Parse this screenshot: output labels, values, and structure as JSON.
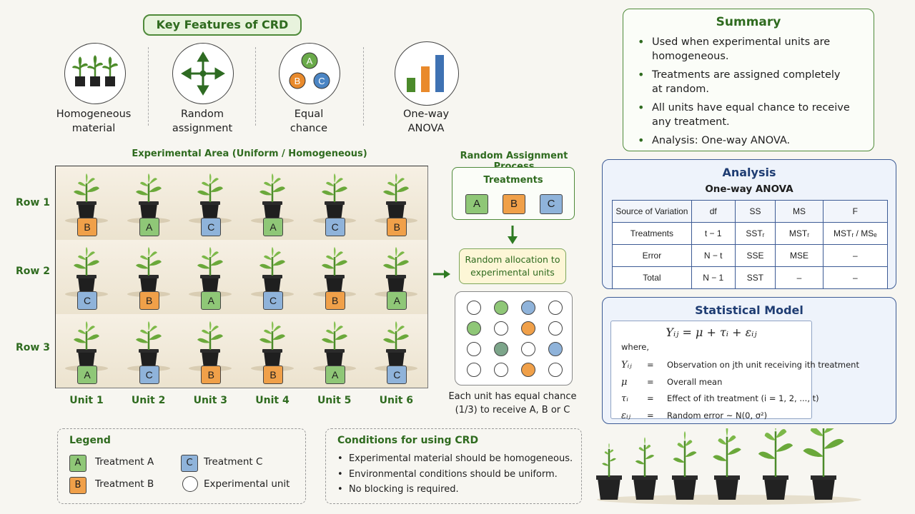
{
  "features": {
    "title": "Key Features of CRD",
    "items": [
      {
        "label_line1": "Homogeneous",
        "label_line2": "material",
        "icon": "plants-icon"
      },
      {
        "label_line1": "Random",
        "label_line2": "assignment",
        "icon": "arrows-icon"
      },
      {
        "label_line1": "Equal",
        "label_line2": "chance",
        "icon": "abc-circles-icon"
      },
      {
        "label_line1": "One-way",
        "label_line2": "ANOVA",
        "icon": "bar-chart-icon"
      }
    ],
    "abc": [
      "A",
      "B",
      "C"
    ]
  },
  "experiment": {
    "title": "Experimental Area (Uniform / Homogeneous)",
    "rows": [
      "Row 1",
      "Row 2",
      "Row 3"
    ],
    "units": [
      "Unit 1",
      "Unit 2",
      "Unit 3",
      "Unit 4",
      "Unit 5",
      "Unit 6"
    ],
    "assignments": [
      [
        "B",
        "A",
        "C",
        "A",
        "C",
        "B"
      ],
      [
        "C",
        "B",
        "A",
        "C",
        "B",
        "A"
      ],
      [
        "A",
        "C",
        "B",
        "B",
        "A",
        "C"
      ]
    ]
  },
  "process": {
    "title": "Random Assignment Process",
    "treatments_label": "Treatments",
    "treatments": [
      "A",
      "B",
      "C"
    ],
    "allocation_line1": "Random allocation to",
    "allocation_line2": "experimental units",
    "dots": [
      [
        "empty",
        "A",
        "C",
        "empty"
      ],
      [
        "A",
        "empty",
        "B",
        "empty"
      ],
      [
        "empty",
        "mixed",
        "empty",
        "C"
      ],
      [
        "empty",
        "empty",
        "B",
        "empty"
      ]
    ],
    "note_line1": "Each unit has equal chance",
    "note_line2": "(1/3) to receive A, B or C"
  },
  "summary": {
    "title": "Summary",
    "bullets": [
      {
        "l1": "Used when experimental units are",
        "l2": "homogeneous."
      },
      {
        "l1": "Treatments are assigned completely",
        "l2": "at random."
      },
      {
        "l1": "All units have equal chance to receive",
        "l2": "any treatment."
      },
      {
        "l1": "Analysis: One-way ANOVA.",
        "l2": ""
      }
    ]
  },
  "analysis": {
    "title": "Analysis",
    "subtitle": "One-way ANOVA",
    "headers": [
      "Source of Variation",
      "df",
      "SS",
      "MS",
      "F"
    ],
    "rows": [
      [
        "Treatments",
        "t − 1",
        "SSTᵣ",
        "MSTᵣ",
        "MSTᵣ / MSₑ"
      ],
      [
        "Error",
        "N − t",
        "SSE",
        "MSE",
        "–"
      ],
      [
        "Total",
        "N − 1",
        "SST",
        "–",
        "–"
      ]
    ]
  },
  "model": {
    "title": "Statistical Model",
    "equation": "Yᵢⱼ = μ + τᵢ + εᵢⱼ",
    "where": "where,",
    "terms": [
      {
        "sym": "Yᵢⱼ",
        "eq": "=",
        "desc": "Observation on jth unit receiving ith treatment"
      },
      {
        "sym": "μ",
        "eq": "=",
        "desc": "Overall mean"
      },
      {
        "sym": "τᵢ",
        "eq": "=",
        "desc": "Effect of ith treatment  (i = 1, 2, ..., t)"
      },
      {
        "sym": "εᵢⱼ",
        "eq": "=",
        "desc": "Random error ~ N(0, σ²)"
      }
    ]
  },
  "legend": {
    "title": "Legend",
    "items": [
      {
        "key": "A",
        "label": "Treatment A"
      },
      {
        "key": "C",
        "label": "Treatment C"
      },
      {
        "key": "B",
        "label": "Treatment B"
      },
      {
        "key": "",
        "label": "Experimental unit"
      }
    ]
  },
  "conditions": {
    "title": "Conditions for using CRD",
    "bullets": [
      "Experimental material should be homogeneous.",
      "Environmental conditions should be uniform.",
      "No blocking is required."
    ]
  },
  "colors": {
    "A": "#8fc777",
    "B": "#f0a049",
    "C": "#8fb3da",
    "green": "#2f6b1f",
    "blue": "#1f3d73"
  }
}
